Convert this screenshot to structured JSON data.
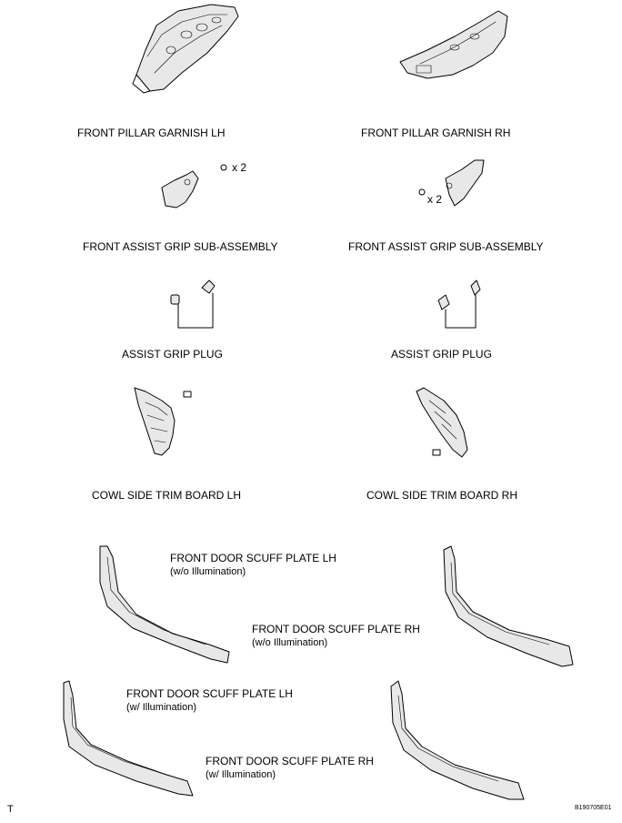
{
  "labels": {
    "pillar_lh": "FRONT PILLAR GARNISH LH",
    "pillar_rh": "FRONT PILLAR GARNISH RH",
    "grip_lh": "FRONT ASSIST GRIP SUB-ASSEMBLY",
    "grip_rh": "FRONT ASSIST GRIP SUB-ASSEMBLY",
    "grip_qty_lh": "x 2",
    "grip_qty_rh": "x 2",
    "plug_lh": "ASSIST GRIP PLUG",
    "plug_rh": "ASSIST GRIP PLUG",
    "cowl_lh": "COWL SIDE TRIM BOARD LH",
    "cowl_rh": "COWL SIDE TRIM BOARD RH",
    "scuff_lh_wo": "FRONT DOOR SCUFF PLATE LH",
    "scuff_lh_wo_note": "(w/o Illumination)",
    "scuff_rh_wo": "FRONT DOOR SCUFF PLATE RH",
    "scuff_rh_wo_note": "(w/o Illumination)",
    "scuff_lh_w": "FRONT DOOR SCUFF PLATE LH",
    "scuff_lh_w_note": "(w/ Illumination)",
    "scuff_rh_w": "FRONT DOOR SCUFF PLATE RH",
    "scuff_rh_w_note": "(w/ Illumination)"
  },
  "corner_mark": "T",
  "figure_code": "B190705E01"
}
